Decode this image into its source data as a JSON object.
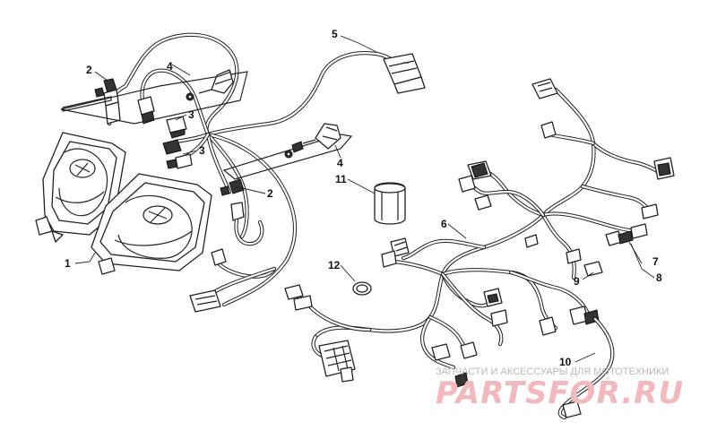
{
  "callouts": {
    "c1": "1",
    "c2a": "2",
    "c2b": "2",
    "c3a": "3",
    "c3b": "3",
    "c4a": "4",
    "c4b": "4",
    "c5": "5",
    "c6": "6",
    "c7": "7",
    "c8": "8",
    "c9": "9",
    "c10": "10",
    "c11": "11",
    "c12": "12"
  },
  "watermark": {
    "tagline": "ЗАПЧАСТИ И АКСЕССУАРЫ ДЛЯ МОТОТЕХНИКИ",
    "brand": "PARTSFOR.RU"
  },
  "colors": {
    "line": "#222222",
    "watermark_brand": "#f2b8bc",
    "watermark_text": "#b9b9b9"
  }
}
